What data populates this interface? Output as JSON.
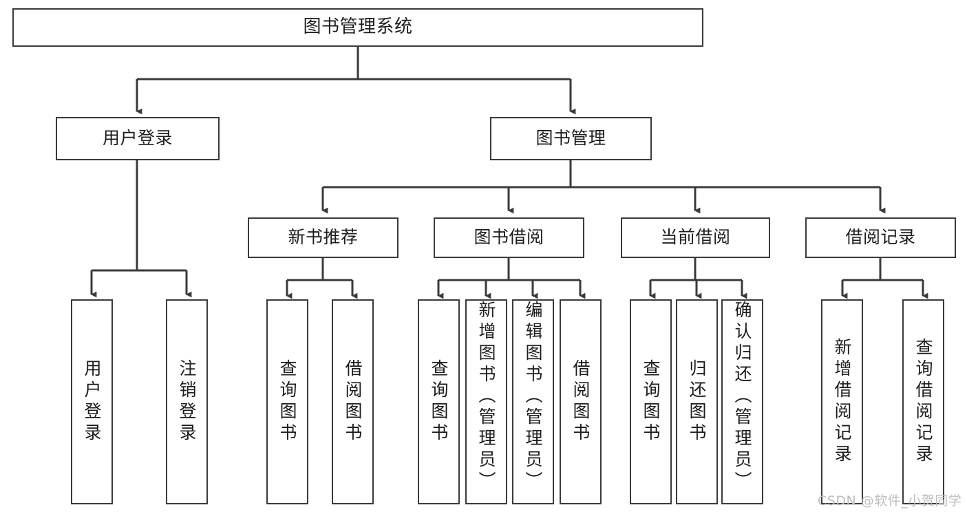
{
  "diagram": {
    "title": "图书管理系统",
    "type": "hierarchy-tree",
    "line_color": "#3a3a3a",
    "text_color": "#1c1c1c",
    "background": "#ffffff",
    "root": {
      "label": "图书管理系统"
    },
    "level2": [
      {
        "label": "用户登录"
      },
      {
        "label": "图书管理"
      }
    ],
    "level3": [
      {
        "label": "新书推荐"
      },
      {
        "label": "图书借阅"
      },
      {
        "label": "当前借阅"
      },
      {
        "label": "借阅记录"
      }
    ],
    "leaves": {
      "user_login": [
        {
          "label": "用户登录"
        },
        {
          "label": "注销登录"
        }
      ],
      "new_book_recommend": [
        {
          "label": "查询图书"
        },
        {
          "label": "借阅图书"
        }
      ],
      "book_borrow": [
        {
          "label": "查询图书"
        },
        {
          "label": "新增图书（管理员）"
        },
        {
          "label": "编辑图书（管理员）"
        },
        {
          "label": "借阅图书"
        }
      ],
      "current_borrow": [
        {
          "label": "查询图书"
        },
        {
          "label": "归还图书"
        },
        {
          "label": "确认归还（管理员）"
        }
      ],
      "borrow_record": [
        {
          "label": "新增借阅记录"
        },
        {
          "label": "查询借阅记录"
        }
      ]
    }
  },
  "watermark": {
    "text": "CSDN @软件_小贺同学"
  }
}
